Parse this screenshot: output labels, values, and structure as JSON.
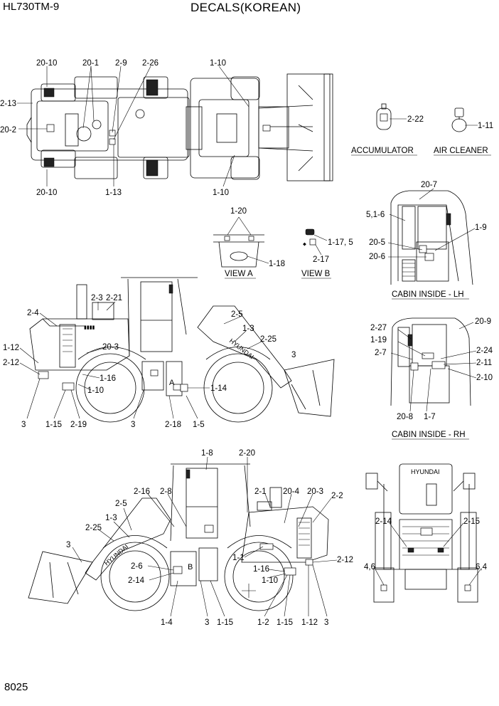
{
  "header": {
    "model": "HL730TM-9",
    "title": "DECALS(KOREAN)"
  },
  "footer": {
    "page_number": "8025"
  },
  "captions": {
    "accumulator": "ACCUMULATOR",
    "air_cleaner": "AIR CLEANER",
    "view_a": "VIEW A",
    "view_b": "VIEW B",
    "cabin_lh": "CABIN INSIDE - LH",
    "cabin_rh": "CABIN INSIDE - RH"
  },
  "view_marks": {
    "a": "A",
    "b": "B"
  },
  "brand_text": "HYUNDAI",
  "callouts": {
    "top_view": [
      "20-10",
      "20-1",
      "2-9",
      "2-26",
      "1-10",
      "2-13",
      "20-2",
      "20-10",
      "1-13",
      "1-10"
    ],
    "accessories": [
      "2-22",
      "1-11"
    ],
    "view_a": [
      "1-20",
      "1-18"
    ],
    "view_b": [
      "1-17, 5",
      "2-17"
    ],
    "cabin_lh": [
      "20-7",
      "5,1-6",
      "1-9",
      "20-5",
      "20-6"
    ],
    "left_side": [
      "2-3",
      "2-21",
      "2-4",
      "2-5",
      "1-3",
      "2-25",
      "1-12",
      "2-12",
      "20-3",
      "1-16",
      "1-10",
      "3",
      "1-14",
      "3",
      "1-15",
      "2-19",
      "3",
      "2-18",
      "1-5"
    ],
    "cabin_rh": [
      "20-9",
      "2-27",
      "1-19",
      "2-24",
      "2-7",
      "2-11",
      "2-10",
      "20-8",
      "1-7"
    ],
    "right_side": [
      "1-8",
      "2-20",
      "2-16",
      "2-8",
      "2-1",
      "20-4",
      "20-3",
      "2-2",
      "2-5",
      "1-3",
      "2-25",
      "3",
      "2-6",
      "2-14",
      "1-1",
      "1-16",
      "2-12",
      "1-10",
      "1-4",
      "3",
      "1-15",
      "1-2",
      "1-15",
      "1-12",
      "3"
    ],
    "rear_view": [
      "2-14",
      "2-15",
      "4,6",
      "6,4"
    ]
  }
}
